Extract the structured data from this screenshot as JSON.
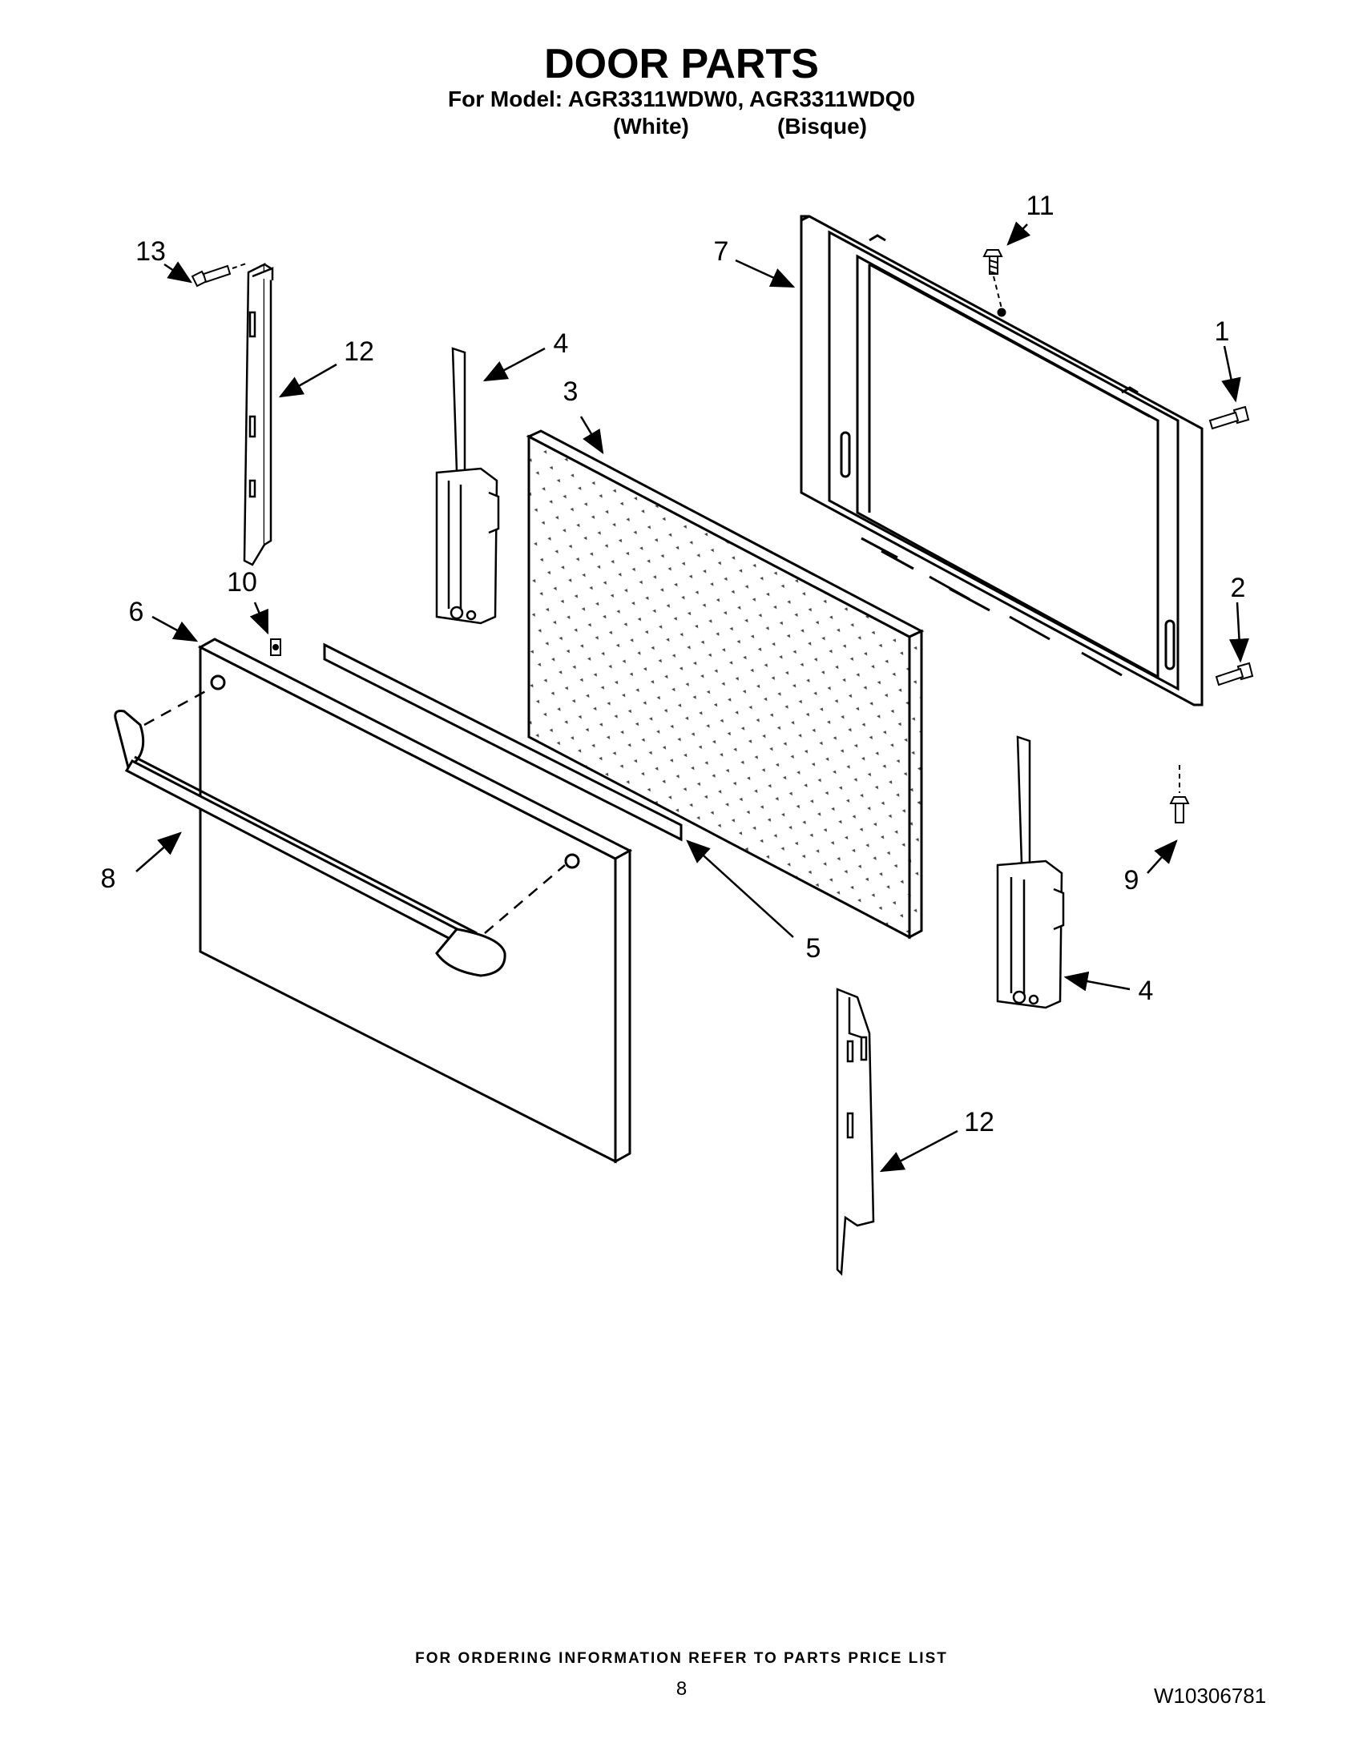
{
  "header": {
    "title": "DOOR PARTS",
    "model_line": "For Model: AGR3311WDW0, AGR3311WDQ0",
    "variants": [
      "(White)",
      "(Bisque)"
    ]
  },
  "callouts": {
    "c1": "1",
    "c2": "2",
    "c3": "3",
    "c4a": "4",
    "c4b": "4",
    "c5": "5",
    "c6": "6",
    "c7": "7",
    "c8": "8",
    "c9": "9",
    "c10": "10",
    "c11": "11",
    "c12a": "12",
    "c12b": "12",
    "c13": "13"
  },
  "footer": {
    "ordering_note": "FOR ORDERING INFORMATION REFER TO PARTS PRICE LIST",
    "page_number": "8",
    "document_number": "W10306781"
  }
}
